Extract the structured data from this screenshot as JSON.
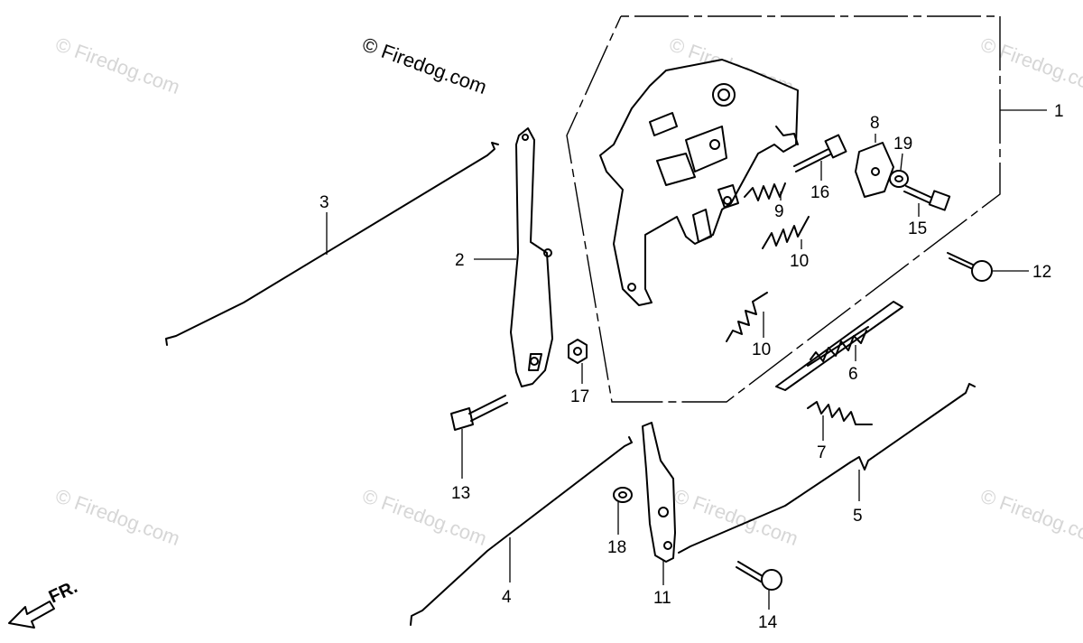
{
  "copyright": "© Firedog.com",
  "watermark": "© Firedog.com",
  "front_label": "FR.",
  "callouts": {
    "p1": "1",
    "p2": "2",
    "p3": "3",
    "p4": "4",
    "p5": "5",
    "p6": "6",
    "p7": "7",
    "p8": "8",
    "p9": "9",
    "p10a": "10",
    "p10b": "10",
    "p11": "11",
    "p12": "12",
    "p13": "13",
    "p14": "14",
    "p15": "15",
    "p16": "16",
    "p17": "17",
    "p18": "18",
    "p19": "19"
  }
}
